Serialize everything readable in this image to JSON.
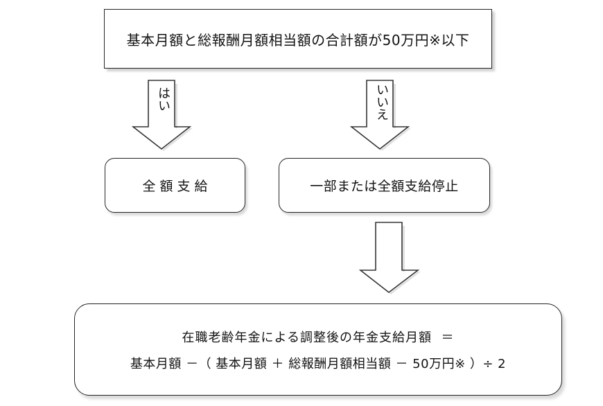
{
  "flowchart": {
    "condition": {
      "text": "基本月額と総報酬月額相当額の合計額が50万円※以下"
    },
    "yes_branch": {
      "arrow_label": "はい",
      "result": "全額支給"
    },
    "no_branch": {
      "arrow_label": "いいえ",
      "result": "一部または全額支給停止"
    },
    "formula": {
      "line1": "在職老齢年金による調整後の年金支給月額  ＝",
      "line2": "基本月額 －（ 基本月額 ＋ 総報酬月額相当額 － 50万円※ ）÷ 2"
    }
  }
}
